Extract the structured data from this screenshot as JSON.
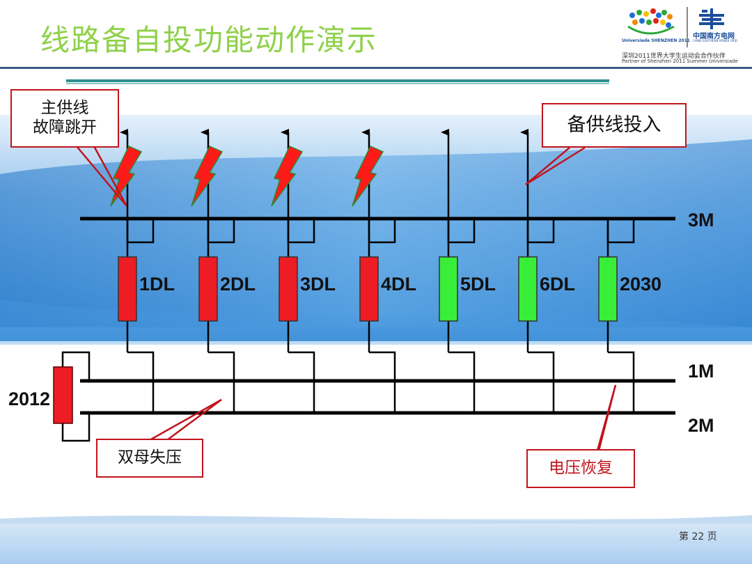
{
  "title": "线路备自投功能动作演示",
  "logo": {
    "universiade_text": "Universiade SHENZHEN 2011",
    "grid_name_cn": "中国南方电网",
    "grid_name_en": "CHINA SOUTHERN POWER GRID",
    "partner_cn": "深圳2011世界大学生运动会合作伙伴",
    "partner_en": "Partner of Shenzhen 2011 Summer Universiade"
  },
  "callouts": {
    "main_line_trip": [
      "主供线",
      "故障跳开"
    ],
    "backup_line_on": "备供线投入",
    "dual_bus_loss": "双母失压",
    "voltage_restored": "电压恢复"
  },
  "buses": {
    "bus_3m": "3M",
    "bus_1m": "1M",
    "bus_2m": "2M"
  },
  "breakers": [
    {
      "label": "1DL",
      "state": "open",
      "fault": true
    },
    {
      "label": "2DL",
      "state": "open",
      "fault": true
    },
    {
      "label": "3DL",
      "state": "open",
      "fault": true
    },
    {
      "label": "4DL",
      "state": "open",
      "fault": true
    },
    {
      "label": "5DL",
      "state": "closed",
      "fault": false
    },
    {
      "label": "6DL",
      "state": "closed",
      "fault": false
    },
    {
      "label": "2030",
      "state": "closed",
      "fault": false
    }
  ],
  "coupler_breaker": {
    "label": "2012",
    "state": "open"
  },
  "page": {
    "prefix": "第",
    "number": "22",
    "suffix": "页"
  },
  "colors": {
    "title": "#8fd14a",
    "breaker_open": "#ee1c24",
    "breaker_closed": "#39ee39",
    "callout_border": "#c0141c",
    "bus": "#000000",
    "fault_bolt": "#ff1a1a"
  }
}
